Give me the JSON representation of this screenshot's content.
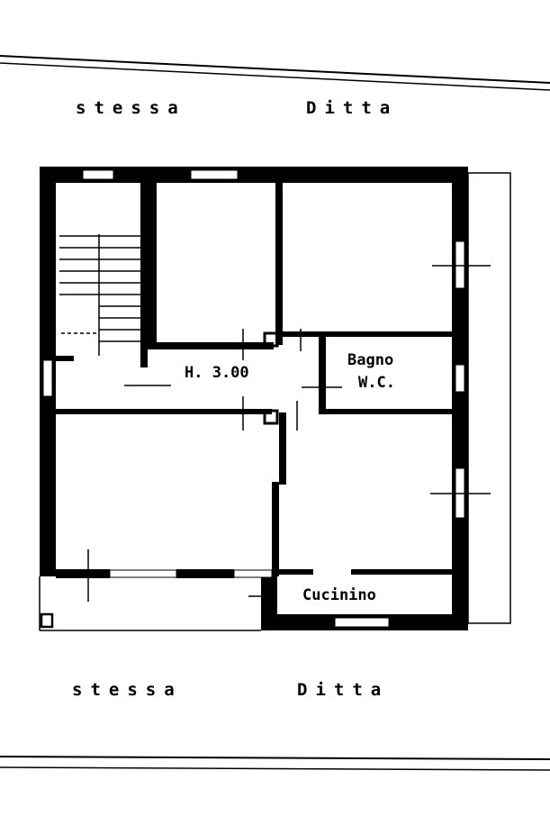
{
  "neighbors": {
    "top_left": "stessa",
    "top_right": "Ditta",
    "bottom_left": "stessa",
    "bottom_right": "Ditta"
  },
  "rooms": {
    "corridor_height": "H. 3.00",
    "bathroom_line1": "Bagno",
    "bathroom_line2": "W.C.",
    "kitchenette": "Cucinino"
  },
  "colors": {
    "ink": "#000000",
    "paper": "#ffffff"
  }
}
